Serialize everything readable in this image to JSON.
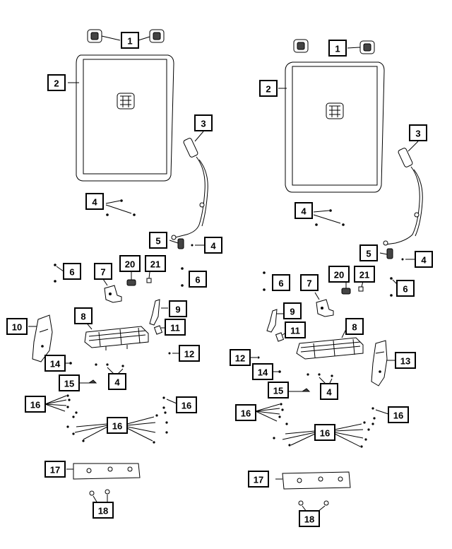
{
  "diagram": {
    "left": {
      "labels": {
        "p1": "1",
        "p2": "2",
        "p3": "3",
        "p4a": "4",
        "p5": "5",
        "p4b": "4",
        "p6a": "6",
        "p7": "7",
        "p20": "20",
        "p21": "21",
        "p6b": "6",
        "p8": "8",
        "p9": "9",
        "p10": "10",
        "p11": "11",
        "p12": "12",
        "p14": "14",
        "p4c": "4",
        "p15": "15",
        "p16a": "16",
        "p16b": "16",
        "p16c": "16",
        "p17": "17",
        "p18": "18"
      }
    },
    "right": {
      "labels": {
        "p1": "1",
        "p2": "2",
        "p3": "3",
        "p4a": "4",
        "p5": "5",
        "p4b": "4",
        "p6a": "6",
        "p7": "7",
        "p20": "20",
        "p21": "21",
        "p6b": "6",
        "p9": "9",
        "p11": "11",
        "p8": "8",
        "p12": "12",
        "p13": "13",
        "p14": "14",
        "p4c": "4",
        "p15": "15",
        "p16a": "16",
        "p16b": "16",
        "p16c": "16",
        "p17": "17",
        "p18": "18"
      }
    }
  }
}
